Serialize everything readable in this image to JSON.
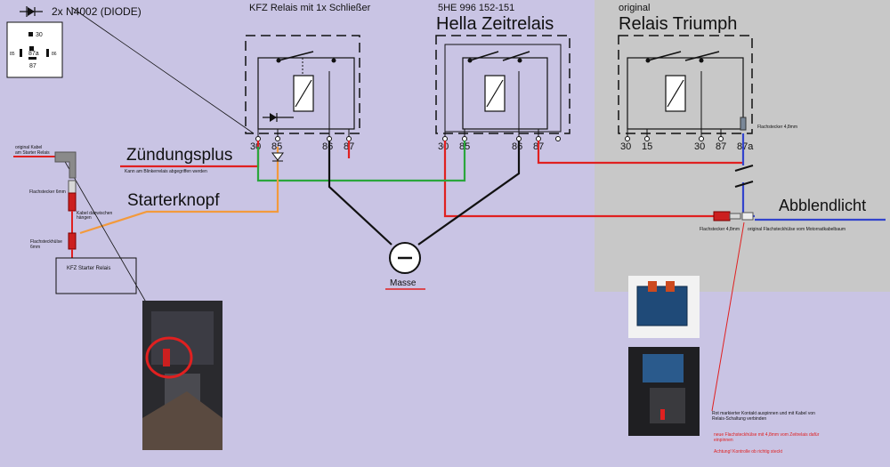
{
  "diode_legend": "2x N4002 (DIODE)",
  "pin_key": {
    "top": "30",
    "mid": "87a",
    "low": "87",
    "left": "85",
    "right": "86"
  },
  "relay_kfz": {
    "title": "KFZ Relais mit 1x Schließer",
    "pins": [
      "30",
      "85",
      "86",
      "87"
    ]
  },
  "relay_hella": {
    "part_no": "5HE 996 152-151",
    "title": "Hella Zeitrelais",
    "pins": [
      "30",
      "85",
      "86",
      "87"
    ]
  },
  "relay_triumph": {
    "prefix": "original",
    "title": "Relais Triumph",
    "pins": [
      "30",
      "15",
      "30",
      "87",
      "87a"
    ],
    "flat_plug": "Flachstecker 4,8mm"
  },
  "labels": {
    "orig_cable": "original Kabel",
    "orig_cable2": "am Starter Relais",
    "flat_plug_6": "Flachstecker 6mm",
    "cable_between": "Kabel dazwischen",
    "cable_between2": "hängen",
    "flat_sleeve_6": "Flachsteckhülse",
    "flat_sleeve_6b": "6mm",
    "starter_relay": "KFZ Starter Relais",
    "ignition": "Zündungsplus",
    "ignition_note": "Kann am Blinkerrelais abgegriffen werden",
    "starter_button": "Starterknopf",
    "ground": "Masse",
    "low_beam": "Abblendlicht",
    "flat_plug_48": "Flachstecker 4,8mm",
    "orig_sleeve": "original Flachsteckhülse vom Motorradkabelbaum"
  },
  "notes": {
    "black_1": "Rot markierter Kontakt auspinnen und mit Kabel von",
    "black_2": "Relais-Schaltung verbinden",
    "red_1": "neue Flachsteckhülse mit 4,8mm vom Zeitrelais dafür",
    "red_2": "einpinnen",
    "red_3": "Achtung! Kontrolle ob richtig steckt"
  },
  "colors": {
    "background": "#c9c4e4",
    "panel": "#c8c8c8",
    "wire_red": "#e02020",
    "wire_orange": "#f39a3c",
    "wire_green": "#2aa63c",
    "wire_black": "#111111",
    "wire_blue": "#3344cc"
  }
}
